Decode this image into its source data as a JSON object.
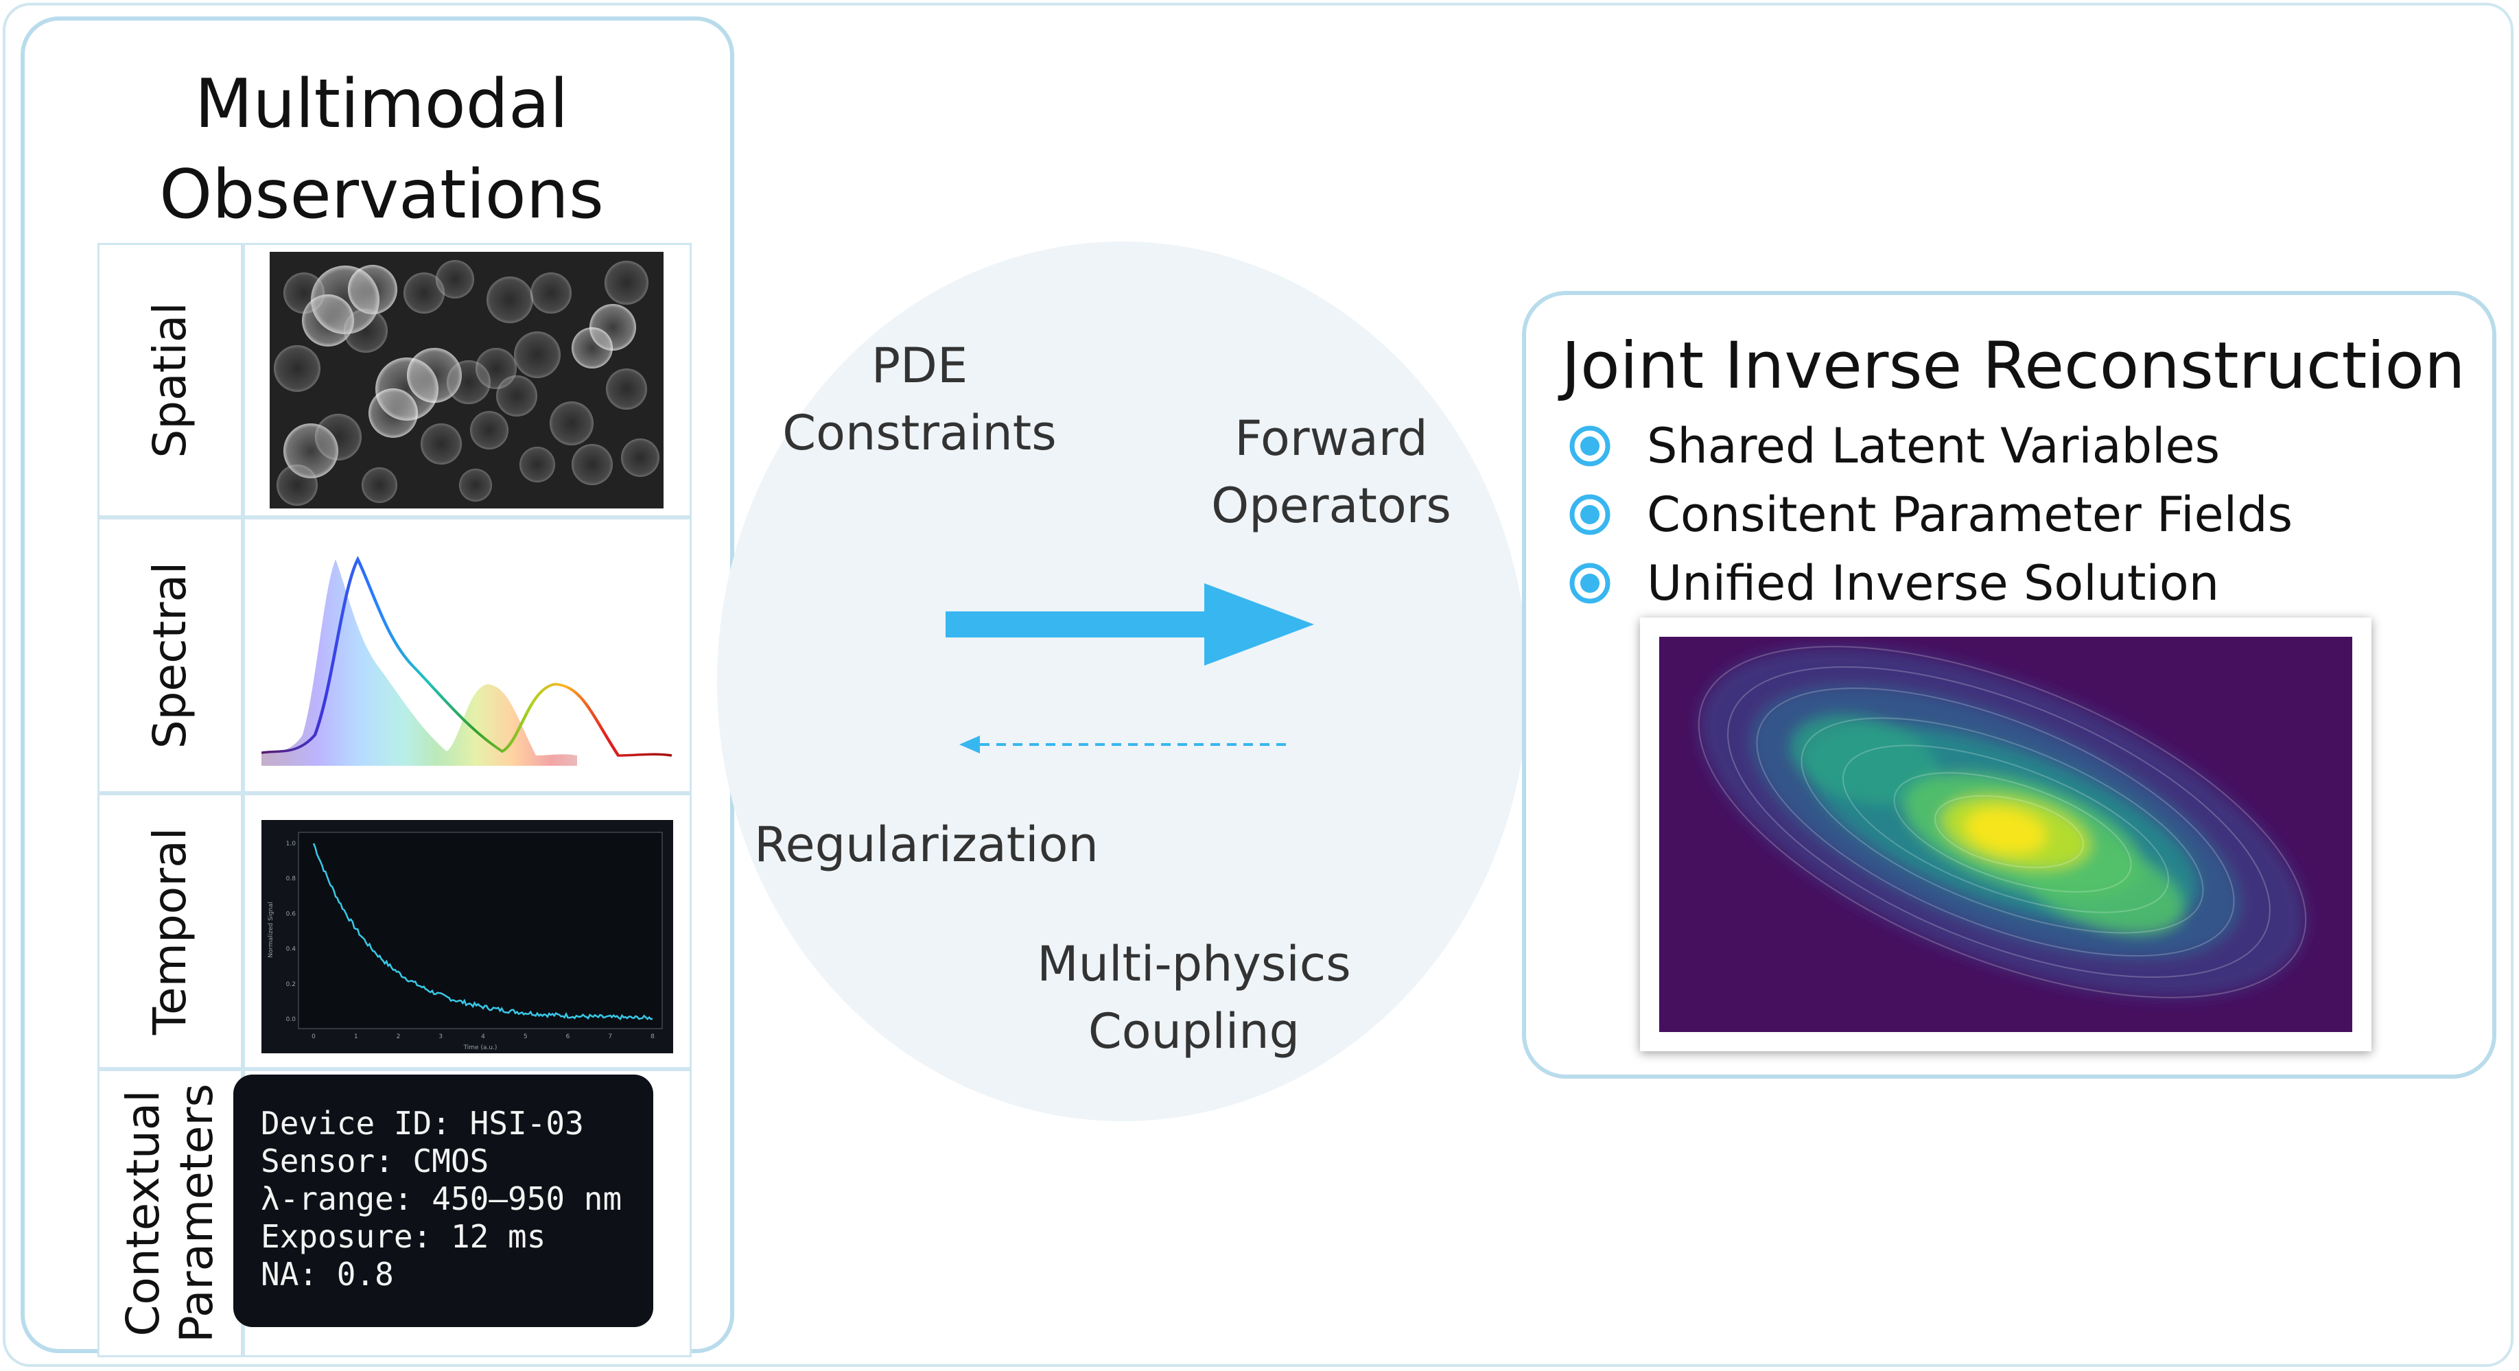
{
  "left_panel": {
    "title_line1": "Multimodal",
    "title_line2": "Observations",
    "rows": [
      {
        "label": "Spatial"
      },
      {
        "label": "Spectral"
      },
      {
        "label": "Temporal",
        "xlabel": "Time (a.u.)",
        "ylabel": "Normalized Signal",
        "y_ticks": [
          "1.0",
          "0.8",
          "0.6",
          "0.4",
          "0.2",
          "0.0"
        ],
        "x_ticks": [
          "0",
          "1",
          "2",
          "3",
          "4",
          "5",
          "6",
          "7",
          "8"
        ]
      },
      {
        "label_line1": "Contextual",
        "label_line2": "Parameters"
      }
    ],
    "context_lines": [
      "Device ID: HSI-03",
      "Sensor: CMOS",
      "λ-range: 450–950 nm",
      "Exposure: 12 ms",
      "NA: 0.8"
    ]
  },
  "middle": {
    "pde_line1": "PDE",
    "pde_line2": "Constraints",
    "forward_line1": "Forward",
    "forward_line2": "Operators",
    "regularization": "Regularization",
    "multiphysics_line1": "Multi-physics",
    "multiphysics_line2": "Coupling"
  },
  "right_panel": {
    "title": "Joint Inverse Reconstruction",
    "bullets": [
      "Shared Latent Variables",
      "Consitent Parameter Fields",
      "Unified Inverse Solution"
    ]
  },
  "colors": {
    "panel_border": "#b9dcec",
    "accent_blue": "#38b6f0",
    "terminal_bg": "#0d1117",
    "plot_line": "#39c8e6",
    "heatmap_bg": "#46105f"
  }
}
